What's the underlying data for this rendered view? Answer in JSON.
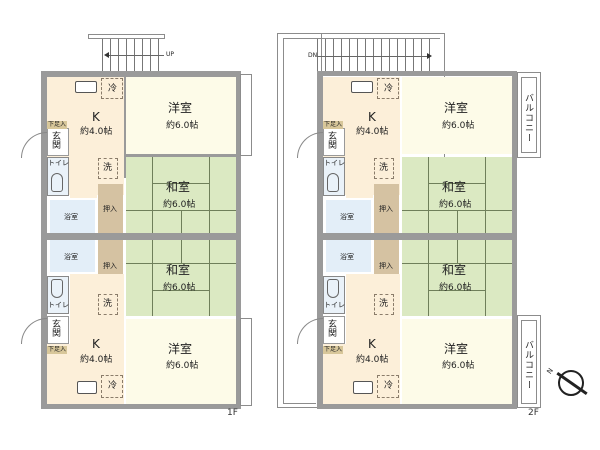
{
  "floors": [
    {
      "id": "1F",
      "label": "1F",
      "stair_label": "UP",
      "units": [
        {
          "position": "top",
          "kitchen": {
            "label": "K",
            "size": "約4.0帖"
          },
          "fridge": "冷",
          "western_room": {
            "label": "洋室",
            "size": "約6.0帖"
          },
          "japanese_room": {
            "label": "和室",
            "size": "約6.0帖"
          },
          "genkan": "玄関",
          "shoe_box": "下足入",
          "toilet": "トイレ",
          "washer": "洗",
          "bath": "浴室",
          "closet": "押入"
        },
        {
          "position": "bottom",
          "kitchen": {
            "label": "K",
            "size": "約4.0帖"
          },
          "fridge": "冷",
          "western_room": {
            "label": "洋室",
            "size": "約6.0帖"
          },
          "japanese_room": {
            "label": "和室",
            "size": "約6.0帖"
          },
          "genkan": "玄関",
          "shoe_box": "下足入",
          "toilet": "トイレ",
          "washer": "洗",
          "bath": "浴室",
          "closet": "押入"
        }
      ]
    },
    {
      "id": "2F",
      "label": "2F",
      "stair_label": "DN",
      "balcony": "バルコニー",
      "units": [
        {
          "position": "top",
          "kitchen": {
            "label": "K",
            "size": "約4.0帖"
          },
          "fridge": "冷",
          "western_room": {
            "label": "洋室",
            "size": "約6.0帖"
          },
          "japanese_room": {
            "label": "和室",
            "size": "約6.0帖"
          },
          "genkan": "玄関",
          "shoe_box": "下足入",
          "toilet": "トイレ",
          "washer": "洗",
          "bath": "浴室",
          "closet": "押入"
        },
        {
          "position": "bottom",
          "kitchen": {
            "label": "K",
            "size": "約4.0帖"
          },
          "fridge": "冷",
          "western_room": {
            "label": "洋室",
            "size": "約6.0帖"
          },
          "japanese_room": {
            "label": "和室",
            "size": "約6.0帖"
          },
          "genkan": "玄関",
          "shoe_box": "下足入",
          "toilet": "トイレ",
          "washer": "洗",
          "bath": "浴室",
          "closet": "押入"
        }
      ]
    }
  ],
  "compass": {
    "label": "N",
    "icon": "compass-north-icon"
  },
  "colors": {
    "kitchen": "#fcefd9",
    "western_room": "#fdfbe8",
    "japanese_room": "#dbe9c2",
    "bath": "#e3eef8",
    "closet": "#d5c2a2",
    "wall": "#9a9a9a"
  }
}
